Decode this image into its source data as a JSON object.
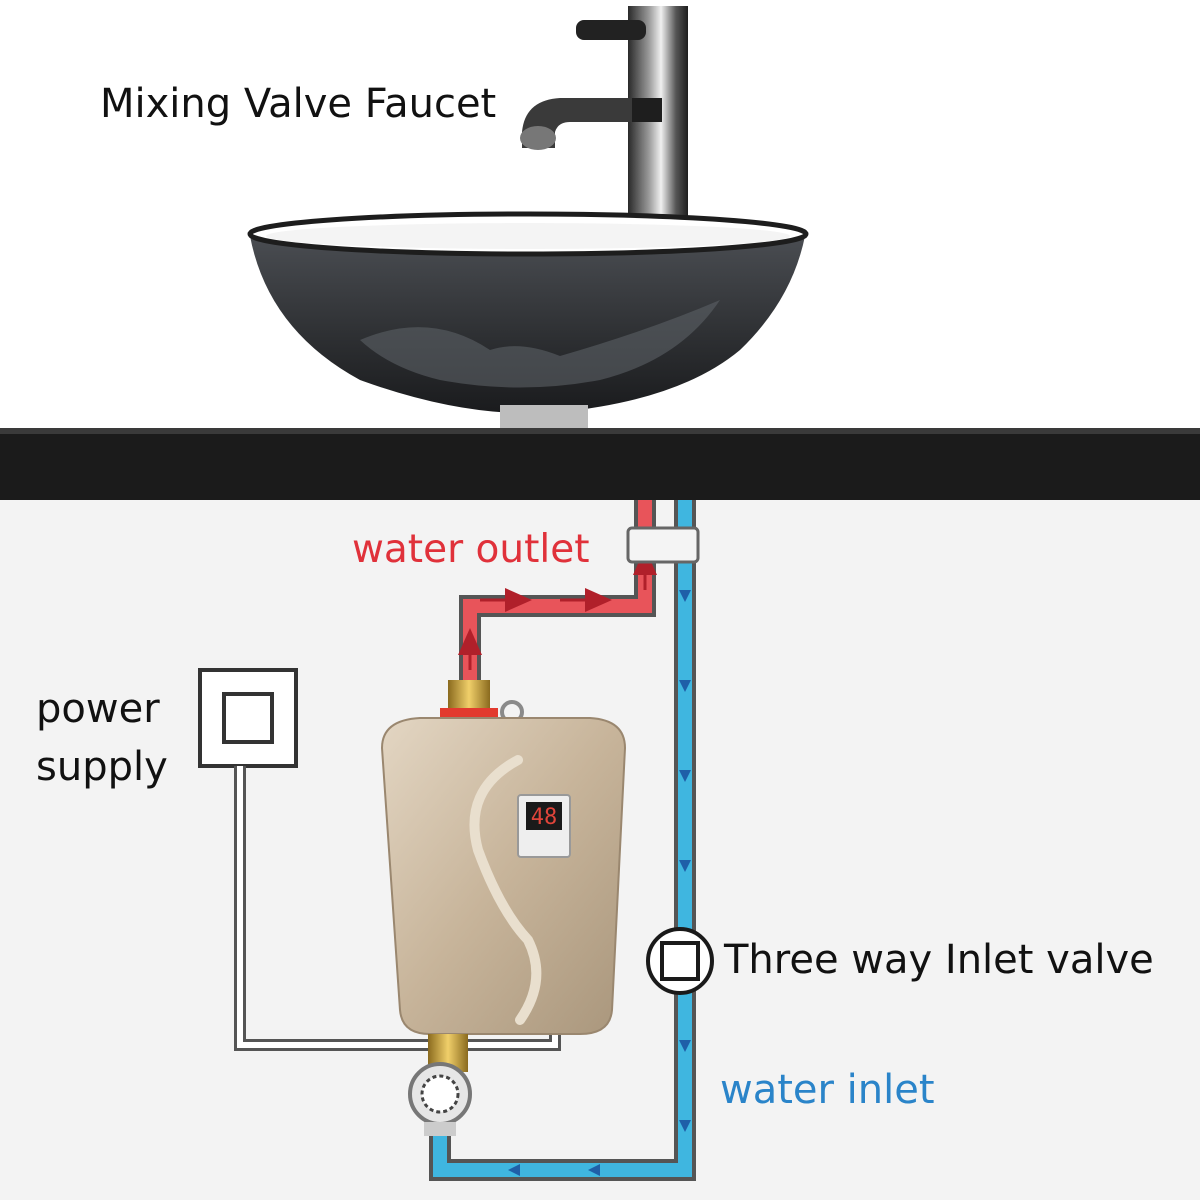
{
  "labels": {
    "faucet": "Mixing Valve Faucet",
    "water_outlet": "water outlet",
    "power_supply_line1": "power",
    "power_supply_line2": "supply",
    "three_way_valve": "Three way Inlet valve",
    "water_inlet": "water inlet"
  },
  "heater_display": "48",
  "colors": {
    "hot_pipe": "#e8545a",
    "cold_pipe": "#3fb6e0",
    "outlet_text": "#e0313a",
    "inlet_text": "#2a84c9",
    "countertop": "#1b1b1b",
    "wall": "#f3f3f3",
    "heater_body": "#c9b79f",
    "display": "#e0443a"
  }
}
